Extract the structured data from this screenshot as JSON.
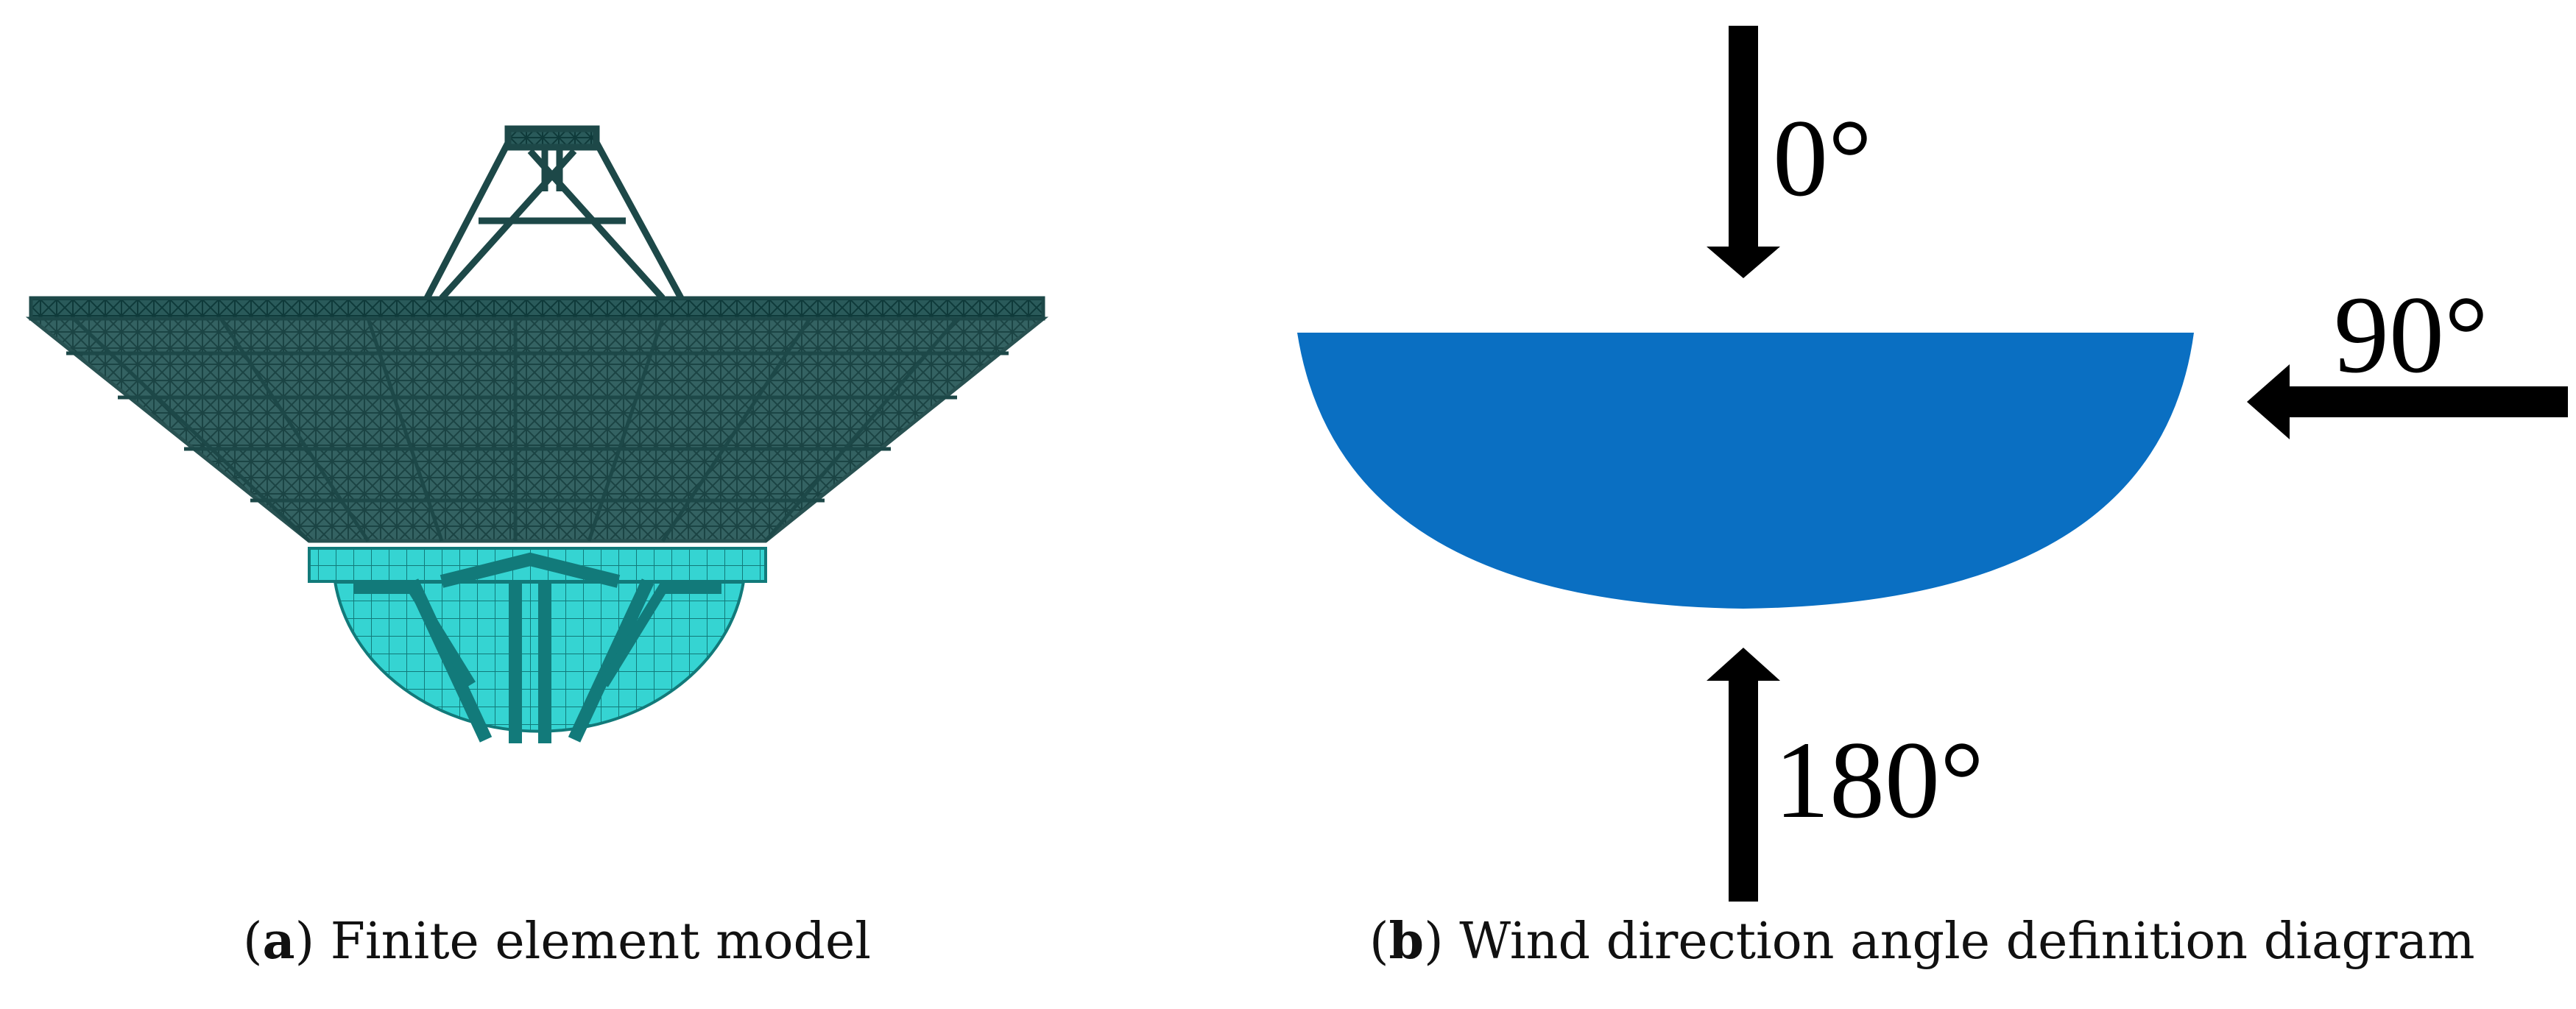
{
  "panel_a": {
    "caption_letter": "a",
    "caption_text": "Finite element model"
  },
  "panel_b": {
    "caption_letter": "b",
    "caption_text": "Wind direction angle definition diagram",
    "angle_0": "0°",
    "angle_90": "90°",
    "angle_180": "180°",
    "colors": {
      "dish_fill": "#0a6fc2",
      "arrow": "#000000"
    }
  },
  "colors": {
    "mesh_dark": "#1f4a4a",
    "mesh_cyan": "#35d4d2",
    "mesh_line": "#0f3a3a"
  }
}
